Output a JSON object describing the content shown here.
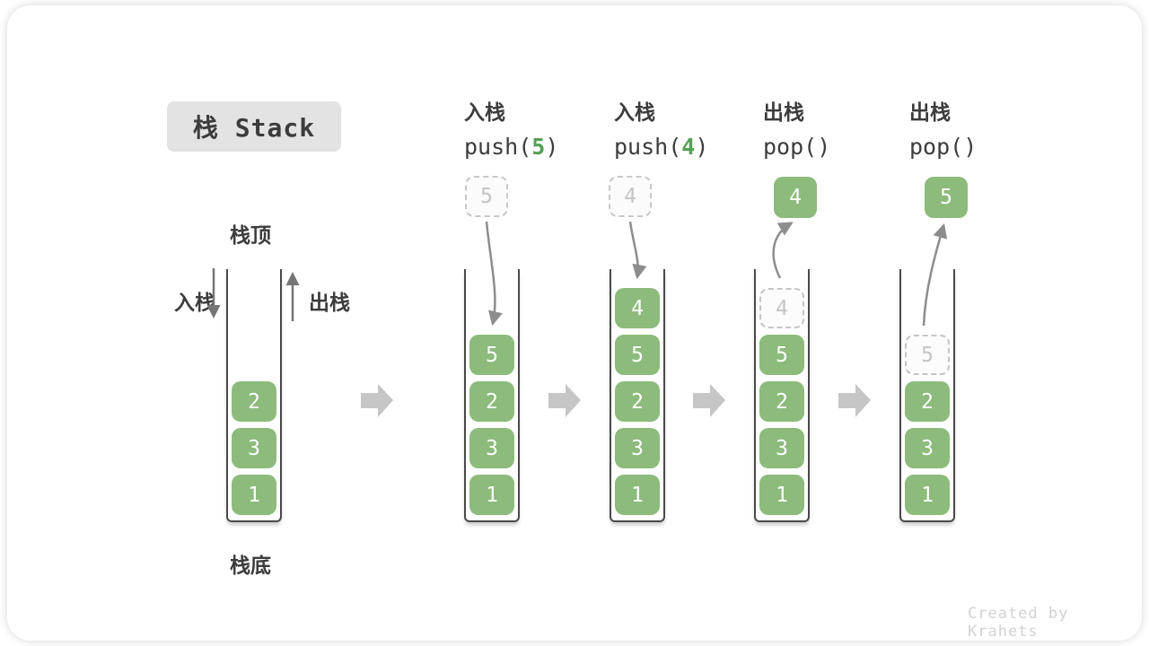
{
  "title": {
    "text": "栈 Stack"
  },
  "labels": {
    "stack_top": "栈顶",
    "stack_bottom": "栈底",
    "push": "入栈",
    "pop": "出栈"
  },
  "columns": [
    {
      "op": "入栈",
      "code_pre": "push(",
      "arg": "5",
      "code_post": ")"
    },
    {
      "op": "入栈",
      "code_pre": "push(",
      "arg": "4",
      "code_post": ")"
    },
    {
      "op": "出栈",
      "code_pre": "pop(",
      "arg": "",
      "code_post": ")"
    },
    {
      "op": "出栈",
      "code_pre": "pop(",
      "arg": "",
      "code_post": ")"
    }
  ],
  "stacks": [
    {
      "blocks": [
        "2",
        "3",
        "1"
      ]
    },
    {
      "floating": "5",
      "floating_style": "dashed",
      "blocks": [
        "5",
        "2",
        "3",
        "1"
      ]
    },
    {
      "floating": "4",
      "floating_style": "dashed",
      "blocks": [
        "4",
        "5",
        "2",
        "3",
        "1"
      ]
    },
    {
      "floating": "4",
      "floating_style": "solid",
      "ghost": "4",
      "blocks": [
        "5",
        "2",
        "3",
        "1"
      ]
    },
    {
      "floating": "5",
      "floating_style": "solid",
      "ghost": "5",
      "blocks": [
        "2",
        "3",
        "1"
      ]
    }
  ],
  "watermark": "Created by Krahets",
  "colors": {
    "block_green": "#8CBB7B",
    "code_arg_green": "#55A055",
    "curved_arrow_gray": "#8D8D8D",
    "direction_arrow_gray": "#757575",
    "step_arrow_gray": "#C6C6C6",
    "title_badge_bg": "#E3E3E3",
    "text_dark": "#3C3C3C",
    "ghost_gray": "#C4C4C4"
  }
}
